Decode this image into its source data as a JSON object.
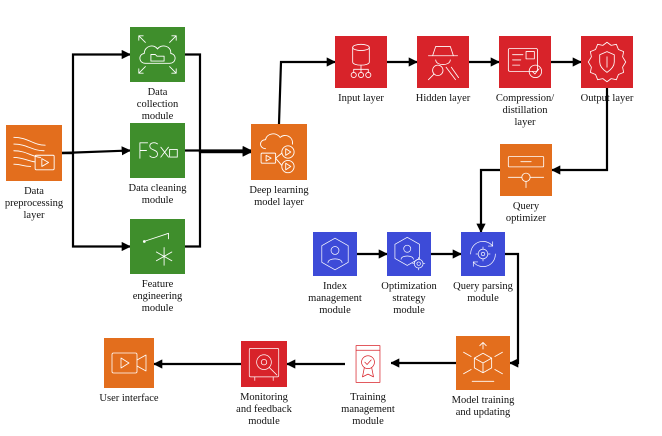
{
  "colors": {
    "orange": "#e36e1d",
    "green": "#3f8e2c",
    "red": "#d8232a",
    "blue": "#3d4bd8",
    "edge": "#000000"
  },
  "nodes": {
    "data_preprocessing": {
      "label": [
        "Data",
        "preprocessing",
        "layer"
      ],
      "color": "orange",
      "icon": "stream-icon"
    },
    "data_collection": {
      "label": [
        "Data",
        "collection",
        "module"
      ],
      "color": "green",
      "icon": "cloud-folder-icon"
    },
    "data_cleaning": {
      "label": [
        "Data cleaning",
        "module"
      ],
      "color": "green",
      "icon": "fsx-icon"
    },
    "feature_engineering": {
      "label": [
        "Feature",
        "engineering",
        "module"
      ],
      "color": "green",
      "icon": "snowflake-icon"
    },
    "deep_learning": {
      "label": [
        "Deep learning",
        "model layer"
      ],
      "color": "orange",
      "icon": "cloud-media-icon"
    },
    "input_layer": {
      "label": [
        "Input layer"
      ],
      "color": "red",
      "icon": "database-icon"
    },
    "hidden_layer": {
      "label": [
        "Hidden layer"
      ],
      "color": "red",
      "icon": "detective-icon"
    },
    "compression": {
      "label": [
        "Compression/",
        "distillation",
        "layer"
      ],
      "color": "red",
      "icon": "certificate-icon"
    },
    "output_layer": {
      "label": [
        "Output layer"
      ],
      "color": "red",
      "icon": "shield-gear-icon"
    },
    "query_optimizer": {
      "label": [
        "Query",
        "optimizer"
      ],
      "color": "orange",
      "icon": "panel-icon"
    },
    "index_management": {
      "label": [
        "Index",
        "management",
        "module"
      ],
      "color": "blue",
      "icon": "hex-person-icon"
    },
    "optimization_strategy": {
      "label": [
        "Optimization",
        "strategy",
        "module"
      ],
      "color": "blue",
      "icon": "hex-gear-icon"
    },
    "query_parsing": {
      "label": [
        "Query parsing",
        "module"
      ],
      "color": "blue",
      "icon": "gear-cycle-icon"
    },
    "model_training": {
      "label": [
        "Model training",
        "and updating"
      ],
      "color": "orange",
      "icon": "cube-network-icon"
    },
    "training_management": {
      "label": [
        "Training",
        "management",
        "module"
      ],
      "color": "red",
      "icon": "document-badge-icon"
    },
    "monitoring_feedback": {
      "label": [
        "Monitoring",
        "and feedback",
        "module"
      ],
      "color": "red",
      "icon": "safe-icon"
    },
    "user_interface": {
      "label": [
        "User interface"
      ],
      "color": "orange",
      "icon": "video-camera-icon"
    }
  },
  "edges": [
    [
      "data_preprocessing",
      "data_collection"
    ],
    [
      "data_preprocessing",
      "data_cleaning"
    ],
    [
      "data_preprocessing",
      "feature_engineering"
    ],
    [
      "data_collection",
      "deep_learning"
    ],
    [
      "data_cleaning",
      "deep_learning"
    ],
    [
      "feature_engineering",
      "deep_learning"
    ],
    [
      "deep_learning",
      "input_layer"
    ],
    [
      "input_layer",
      "hidden_layer"
    ],
    [
      "hidden_layer",
      "compression"
    ],
    [
      "compression",
      "output_layer"
    ],
    [
      "output_layer",
      "query_optimizer"
    ],
    [
      "query_optimizer",
      "query_parsing"
    ],
    [
      "index_management",
      "optimization_strategy"
    ],
    [
      "optimization_strategy",
      "query_parsing"
    ],
    [
      "query_parsing",
      "model_training"
    ],
    [
      "model_training",
      "training_management"
    ],
    [
      "training_management",
      "monitoring_feedback"
    ],
    [
      "monitoring_feedback",
      "user_interface"
    ]
  ]
}
